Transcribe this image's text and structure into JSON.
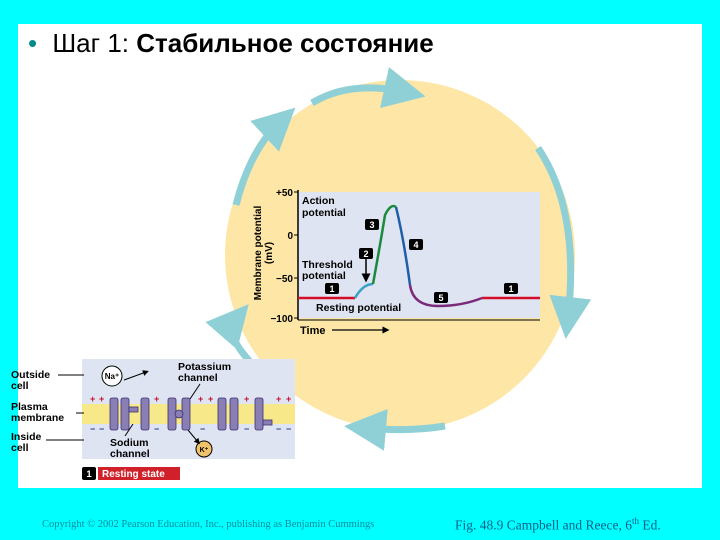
{
  "slide": {
    "bullet": "•",
    "title_prefix": "Шаг 1:",
    "title_bold": "Стабильное состояние"
  },
  "graph": {
    "ylabel": "Membrane potential",
    "yunit": "(mV)",
    "yticks": [
      "+50",
      "0",
      "−50",
      "−100"
    ],
    "xlabel": "Time",
    "action_potential": [
      "Action",
      "potential"
    ],
    "threshold": [
      "Threshold",
      "potential"
    ],
    "resting": "Resting potential",
    "steps": [
      "1",
      "2",
      "3",
      "4",
      "5",
      "1"
    ]
  },
  "cell": {
    "outside": [
      "Outside",
      "cell"
    ],
    "plasma": [
      "Plasma",
      "membrane"
    ],
    "inside": [
      "Inside",
      "cell"
    ],
    "potassium": [
      "Potassium",
      "channel"
    ],
    "sodium": [
      "Sodium",
      "channel"
    ],
    "na_ion": "Na⁺",
    "k_ion": "K⁺",
    "plus": "+",
    "minus": "−",
    "state_num": "1",
    "state_label": "Resting state"
  },
  "footer": {
    "copyright": "Copyright © 2002 Pearson Education, Inc., publishing as Benjamin Cummings",
    "citation": "Fig. 48.9 Campbell and Reece, 6",
    "citation_sup": "th",
    "citation_end": " Ed."
  },
  "colors": {
    "background": "#00ffff",
    "circle": "#fde6a6",
    "arrows": "#8fd0d6",
    "graph_bg": "#dfe4f2",
    "resting_line": "#d40d2a",
    "rise_line": "#1a8a3c",
    "fall_line": "#1f5ea8",
    "undershoot_line": "#7a2a7a",
    "threshold_line": "#3aa0c8",
    "membrane_yellow": "#f7e98a",
    "channel_purple": "#8a7fb5",
    "state_red": "#d0202a"
  }
}
